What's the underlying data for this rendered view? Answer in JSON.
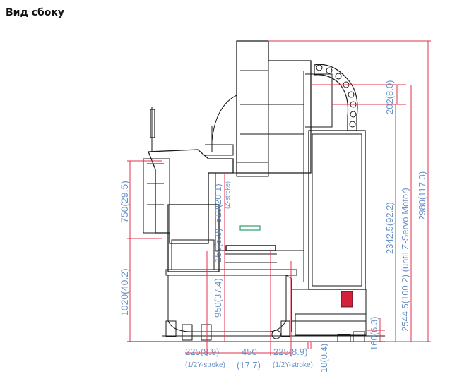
{
  "title": "Вид сбоку",
  "colors": {
    "dimension_line": "#e0304a",
    "dimension_text": "#6a93c9",
    "outline": "#1a1a1a",
    "accent_red": "#d42038",
    "accent_green": "#2aa06a"
  },
  "dimensions": {
    "total_height": "2980(117.3)",
    "height_to_motor": "2544.5(100.2) (until Z-Servo Motor)",
    "height_main": "2342.5(92.2)",
    "top_offset": "202(8.0)",
    "base_offset": "160(6.3)",
    "upper_left": "750(29.5)",
    "lower_left": "1020(40.2)",
    "z_stroke_value": "510(20.1)",
    "z_stroke_note": "(Z-stroke)",
    "small_vertical": "150(5.9)",
    "table_height": "950(37.4)",
    "left_y": "225(8.9)",
    "left_y_note": "(1/2Y-stroke)",
    "middle": "450",
    "middle_inch": "(17.7)",
    "right_y": "225(8.9)",
    "right_y_note": "(1/2Y-stroke)",
    "bottom_small": "10(0.4)"
  }
}
